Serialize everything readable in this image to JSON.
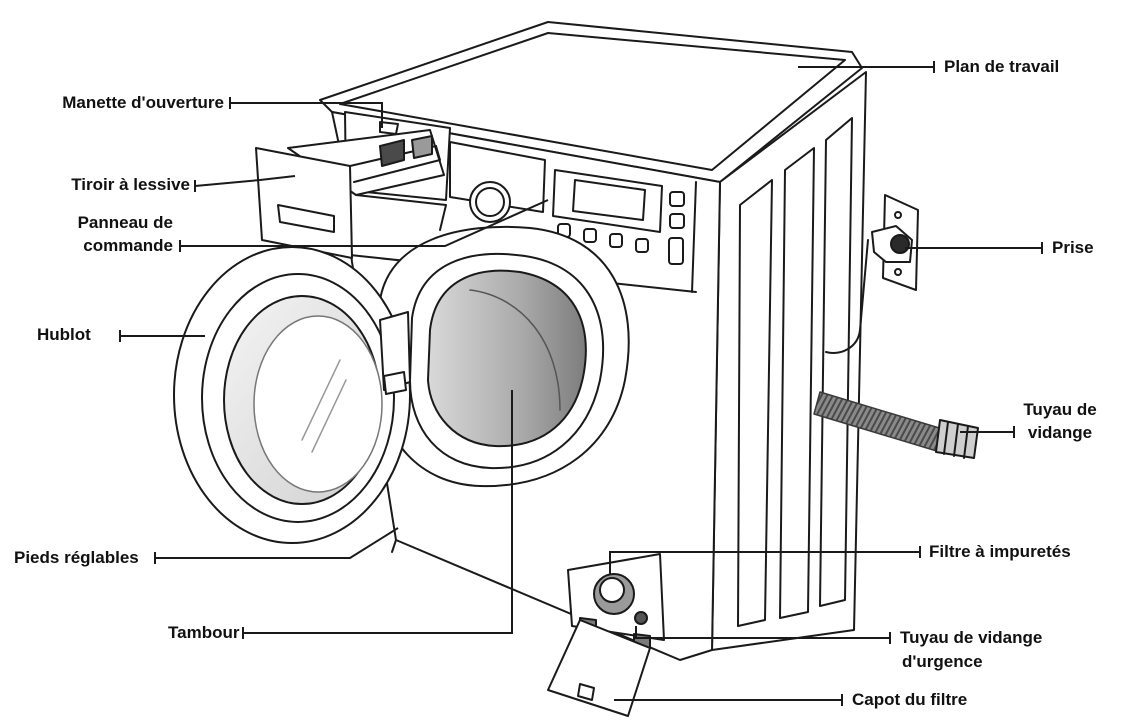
{
  "labels": {
    "door_handle": "Manette d'ouverture",
    "drawer": "Tiroir à lessive",
    "panel_line1": "Panneau de",
    "panel_line2": "commande",
    "door": "Hublot",
    "feet": "Pieds réglables",
    "drum": "Tambour",
    "worktop": "Plan de travail",
    "plug": "Prise",
    "hose_line1": "Tuyau de",
    "hose_line2": "vidange",
    "filter": "Filtre à impuretés",
    "emergency_line1": "Tuyau de vidange",
    "emergency_line2": "d'urgence",
    "filter_cover": "Capot du filtre"
  },
  "colors": {
    "ink": "#1a1a1a",
    "glass": "#b9b9b9",
    "hose": "#6e6e6e"
  }
}
